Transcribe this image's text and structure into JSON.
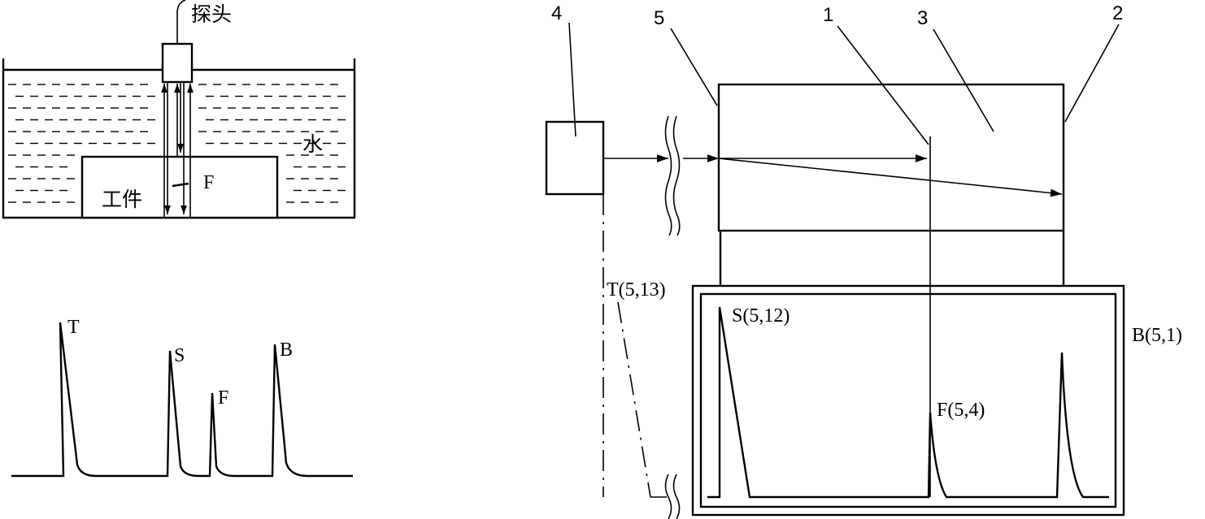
{
  "immersion": {
    "probe_label": "探头",
    "water_label": "水",
    "workpiece_label": "工件",
    "flaw_label": "F"
  },
  "ascan": {
    "peaks": [
      "T",
      "S",
      "F",
      "B"
    ]
  },
  "schematic": {
    "callouts": [
      "4",
      "5",
      "1",
      "3",
      "2"
    ],
    "signal_labels": {
      "T": "T(5,13)",
      "S": "S(5,12)",
      "F": "F(5,4)",
      "B": "B(5,1)"
    }
  }
}
